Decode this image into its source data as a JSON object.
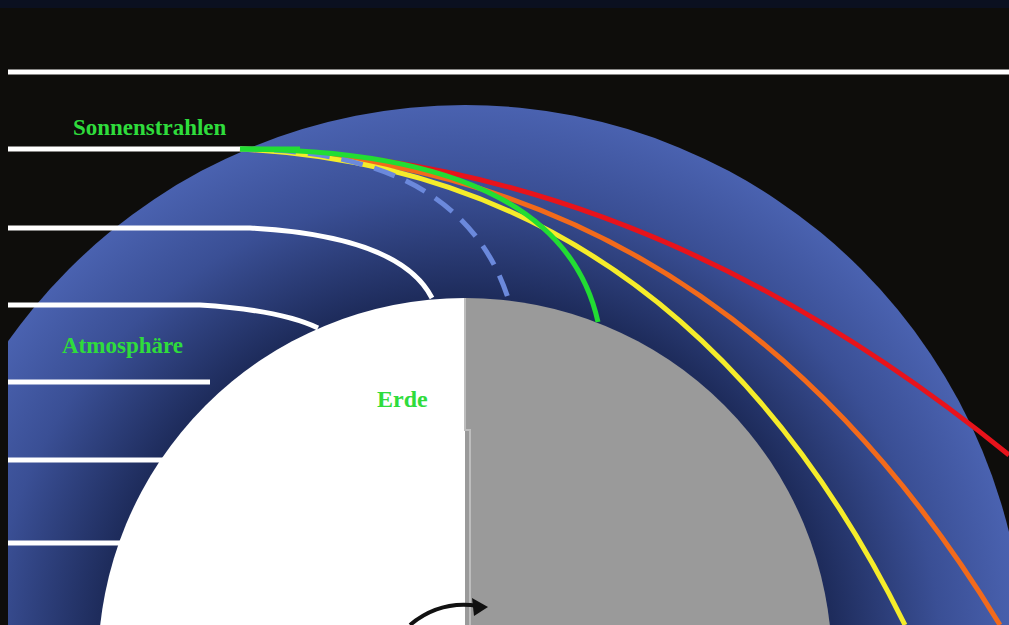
{
  "diagram": {
    "labels": [
      "Sonnenstrahlen",
      "Atmosphäre",
      "Erde"
    ]
  }
}
